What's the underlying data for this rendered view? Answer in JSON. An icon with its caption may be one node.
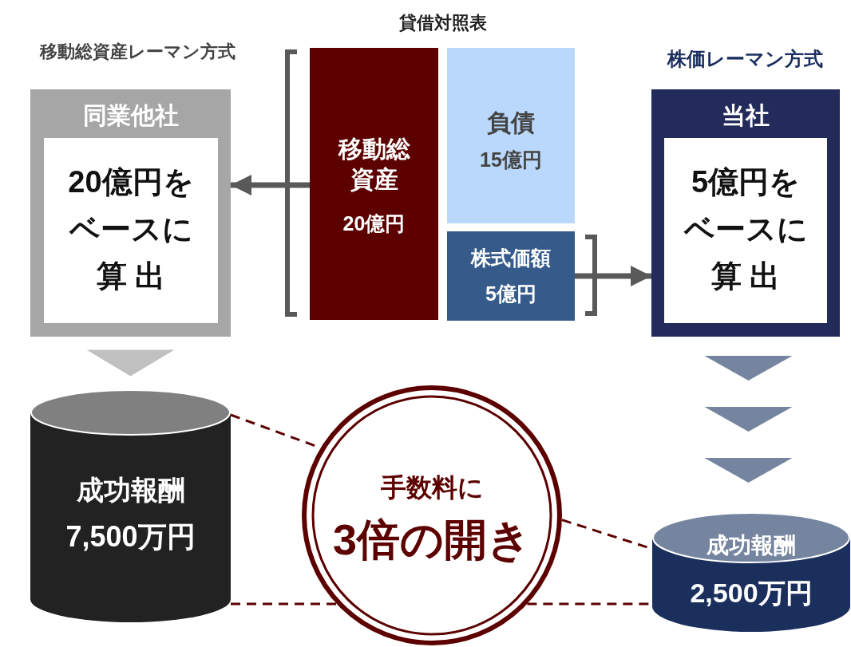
{
  "diagram": {
    "title": "貸借対照表",
    "nodes": [
      {
        "text": [
          "同業他社"
        ],
        "beside": [
          "移動総資産レーマン方式"
        ]
      },
      {
        "text": [
          "20億円をベースに算 出"
        ],
        "in": 0
      },
      {
        "text": [
          "移動総資産",
          "20億円"
        ]
      },
      {
        "text": [
          "負債",
          "15億円"
        ]
      },
      {
        "text": [
          "株式価額",
          "5億円"
        ]
      },
      {
        "text": [
          "当社"
        ],
        "beside": [
          "株価レーマン方式"
        ]
      },
      {
        "text": [
          "5億円をベースに算 出"
        ],
        "in": 5
      },
      {
        "text": [
          "成功報酬",
          "7,500万円"
        ]
      },
      {
        "text": [
          "手数料に",
          "3倍の開き"
        ]
      },
      {
        "text": [
          "成功報酬",
          "2,500万円"
        ]
      }
    ],
    "edges": [
      {
        "from": 2,
        "to": 0,
        "arrow": "to",
        "style": "thick",
        "color": "#595959"
      },
      {
        "from": 4,
        "to": 5,
        "arrow": "to",
        "style": "thick",
        "color": "#595959"
      },
      {
        "from": 0,
        "to": 7,
        "arrow": "to",
        "color": "#c0c0c0"
      },
      {
        "from": 5,
        "to": 9,
        "arrow": "to",
        "color": "#7585a0"
      },
      {
        "from": 7,
        "to": 8,
        "arrow": "none",
        "style": "dashed",
        "color": "#5c0000"
      },
      {
        "from": 8,
        "to": 9,
        "arrow": "none",
        "style": "dashed",
        "color": "#5c0000"
      },
      {
        "from": 7,
        "to": 8,
        "arrow": "none",
        "style": "dashed",
        "color": "#5c0000"
      },
      {
        "from": 8,
        "to": 9,
        "arrow": "none",
        "style": "dashed",
        "color": "#5c0000"
      }
    ]
  }
}
